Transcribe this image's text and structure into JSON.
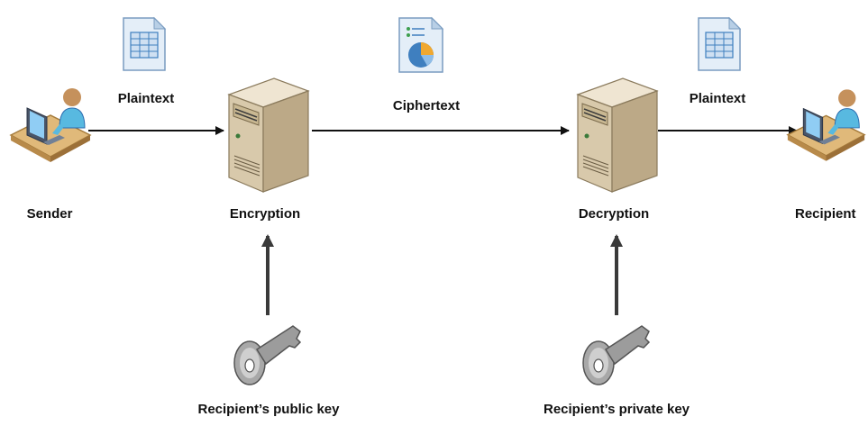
{
  "labels": {
    "sender": "Sender",
    "recipient": "Recipient",
    "encryption": "Encryption",
    "decryption": "Decryption",
    "plaintext_left": "Plaintext",
    "ciphertext": "Ciphertext",
    "plaintext_right": "Plaintext",
    "public_key": "Recipient’s public key",
    "private_key": "Recipient’s private key"
  },
  "icons": {
    "user": "user-at-computer-icon",
    "server": "server-icon",
    "document_table": "spreadsheet-document-icon",
    "document_chart": "pie-chart-document-icon",
    "key": "key-icon"
  },
  "colors": {
    "arrow": "#111111",
    "key_arrow": "#3a3a3a",
    "server_body": "#d8c9ab",
    "document": "#cfe0f2",
    "key": "#9c9c9c",
    "person_shirt": "#58b9e0"
  }
}
